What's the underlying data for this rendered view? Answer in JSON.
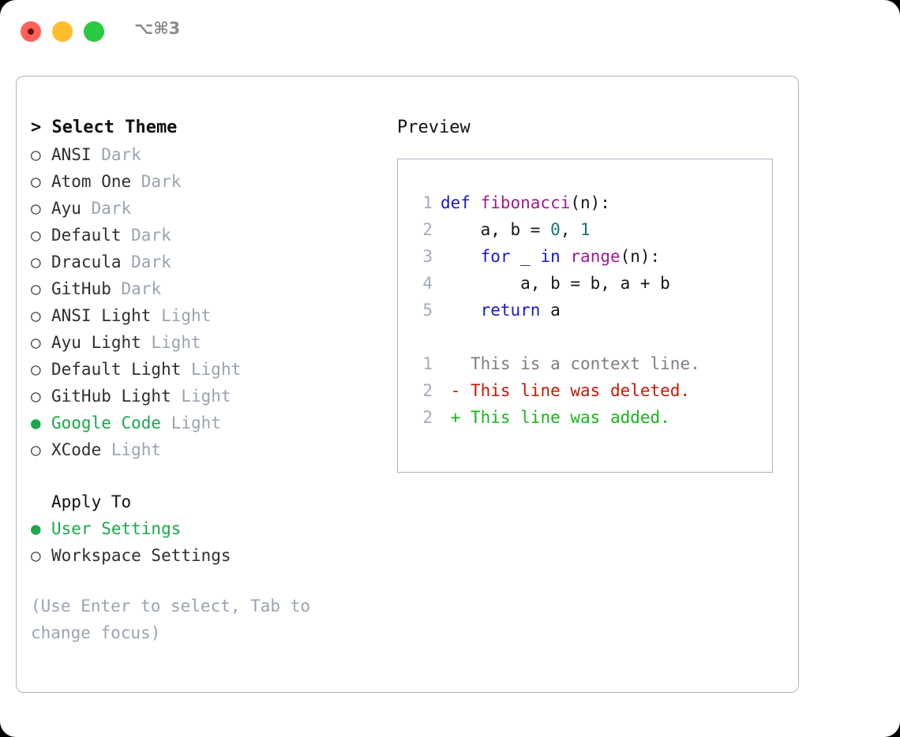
{
  "titlebar": {
    "shortcut": "⌥⌘3",
    "buttons": [
      {
        "name": "close",
        "color": "#ff6159"
      },
      {
        "name": "minimize",
        "color": "#ffbd2e"
      },
      {
        "name": "maximize",
        "color": "#2acb42"
      }
    ]
  },
  "theme_picker": {
    "header": "> Select Theme",
    "options": [
      {
        "label": "ANSI",
        "variant": "Dark",
        "selected": false,
        "bullet": "○"
      },
      {
        "label": "Atom One",
        "variant": "Dark",
        "selected": false,
        "bullet": "○"
      },
      {
        "label": "Ayu",
        "variant": "Dark",
        "selected": false,
        "bullet": "○"
      },
      {
        "label": "Default",
        "variant": "Dark",
        "selected": false,
        "bullet": "○"
      },
      {
        "label": "Dracula",
        "variant": "Dark",
        "selected": false,
        "bullet": "○"
      },
      {
        "label": "GitHub",
        "variant": "Dark",
        "selected": false,
        "bullet": "○"
      },
      {
        "label": "ANSI Light",
        "variant": "Light",
        "selected": false,
        "bullet": "○"
      },
      {
        "label": "Ayu Light",
        "variant": "Light",
        "selected": false,
        "bullet": "○"
      },
      {
        "label": "Default Light",
        "variant": "Light",
        "selected": false,
        "bullet": "○"
      },
      {
        "label": "GitHub Light",
        "variant": "Light",
        "selected": false,
        "bullet": "○"
      },
      {
        "label": "Google Code",
        "variant": "Light",
        "selected": true,
        "bullet": "●"
      },
      {
        "label": "XCode",
        "variant": "Light",
        "selected": false,
        "bullet": "○"
      }
    ]
  },
  "apply_to": {
    "label": "Apply To",
    "options": [
      {
        "label": "User Settings",
        "selected": true,
        "bullet": "●"
      },
      {
        "label": "Workspace Settings",
        "selected": false,
        "bullet": "○"
      }
    ]
  },
  "hint": "(Use Enter to select, Tab to change focus)",
  "preview": {
    "title": "Preview",
    "code_lines": [
      {
        "number": "1",
        "tokens": [
          {
            "text": "def ",
            "style": "kw"
          },
          {
            "text": "fibonacci",
            "style": "fn"
          },
          {
            "text": "(n):",
            "style": "plain"
          }
        ]
      },
      {
        "number": "2",
        "tokens": [
          {
            "text": "    a, b = ",
            "style": "plain"
          },
          {
            "text": "0",
            "style": "num"
          },
          {
            "text": ", ",
            "style": "plain"
          },
          {
            "text": "1",
            "style": "num"
          }
        ]
      },
      {
        "number": "3",
        "tokens": [
          {
            "text": "    ",
            "style": "plain"
          },
          {
            "text": "for",
            "style": "kw"
          },
          {
            "text": " _ ",
            "style": "plain"
          },
          {
            "text": "in",
            "style": "kw"
          },
          {
            "text": " ",
            "style": "plain"
          },
          {
            "text": "range",
            "style": "fn"
          },
          {
            "text": "(n):",
            "style": "plain"
          }
        ]
      },
      {
        "number": "4",
        "tokens": [
          {
            "text": "        a, b = b, a + b",
            "style": "plain"
          }
        ]
      },
      {
        "number": "5",
        "tokens": [
          {
            "text": "    ",
            "style": "plain"
          },
          {
            "text": "return",
            "style": "kw"
          },
          {
            "text": " a",
            "style": "plain"
          }
        ]
      }
    ],
    "diff_lines": [
      {
        "number": "1",
        "marker": " ",
        "text": " This is a context line.",
        "style": "ctx"
      },
      {
        "number": "2",
        "marker": "-",
        "text": " This line was deleted.",
        "style": "del"
      },
      {
        "number": "2",
        "marker": "+",
        "text": " This line was added.",
        "style": "add"
      }
    ]
  },
  "colors": {
    "accent_green": "#1aa84a",
    "muted": "#9aa3b0",
    "keyword": "#1919c4",
    "function": "#9b1d8e",
    "number": "#0c7a72",
    "diff_added": "#16b61b",
    "diff_deleted": "#c21807",
    "border": "#aab4c2"
  }
}
